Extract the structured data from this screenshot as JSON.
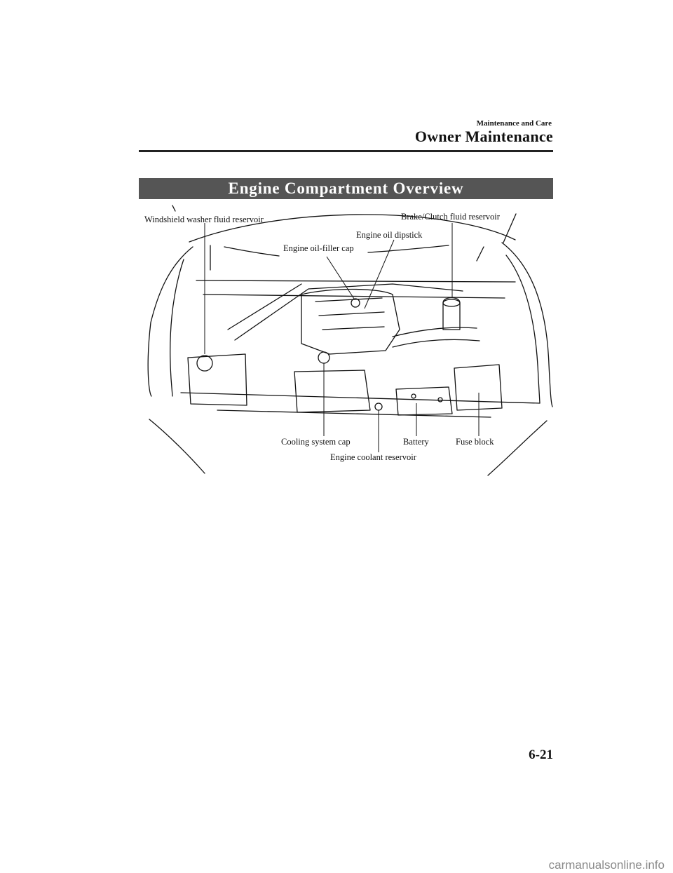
{
  "header": {
    "chapter": "Maintenance and Care",
    "section": "Owner Maintenance"
  },
  "banner": {
    "title": "Engine Compartment Overview"
  },
  "callouts": {
    "washer_reservoir": "Windshield washer fluid reservoir",
    "brake_clutch_reservoir": "Brake/Clutch fluid reservoir",
    "oil_dipstick": "Engine oil dipstick",
    "oil_filler_cap": "Engine oil-filler cap",
    "cooling_system_cap": "Cooling system cap",
    "battery": "Battery",
    "fuse_block": "Fuse block",
    "coolant_reservoir": "Engine coolant reservoir"
  },
  "footer": {
    "page_number": "6-21",
    "watermark": "carmanualsonline.info"
  }
}
